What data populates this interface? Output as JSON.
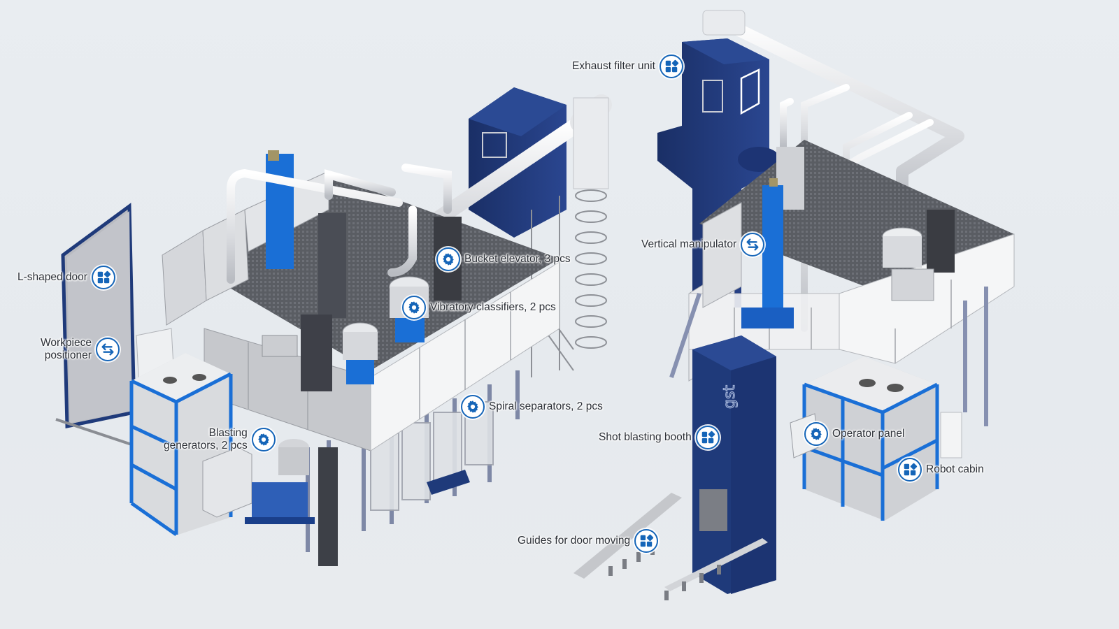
{
  "colors": {
    "background": "#e8ecf0",
    "accent": "#1565b8",
    "machine_navy": "#1f3a7a",
    "machine_blue": "#1a6fd6",
    "panel_white": "#f2f3f5",
    "panel_gray": "#c9cbcf",
    "label_text": "#2b2f36"
  },
  "hotspots": [
    {
      "id": "l-shaped-door",
      "label": "L-shaped door",
      "icon": "modules-icon"
    },
    {
      "id": "workpiece-positioner",
      "label": "Workpiece\npositioner",
      "line1": "Workpiece",
      "line2": "positioner",
      "icon": "swap-arrows-icon"
    },
    {
      "id": "bucket-elevator",
      "label": "Bucket elevator, 3 pcs",
      "icon": "gear-icon"
    },
    {
      "id": "vibratory-classifiers",
      "label": "Vibratory classifiers, 2 pcs",
      "icon": "gear-icon"
    },
    {
      "id": "spiral-separators",
      "label": "Spiral separators, 2 pcs",
      "icon": "gear-icon"
    },
    {
      "id": "blasting-generators",
      "label": "Blasting generators, 2 pcs",
      "line1": "Blasting",
      "line2": "generators, 2 pcs",
      "icon": "gear-icon"
    },
    {
      "id": "exhaust-filter-unit",
      "label": "Exhaust filter unit",
      "icon": "modules-icon"
    },
    {
      "id": "vertical-manipulator",
      "label": "Vertical manipulator",
      "icon": "swap-arrows-icon"
    },
    {
      "id": "shot-blasting-booth",
      "label": "Shot blasting booth",
      "icon": "modules-icon"
    },
    {
      "id": "operator-panel",
      "label": "Operator panel",
      "icon": "gear-icon"
    },
    {
      "id": "robot-cabin",
      "label": "Robot cabin",
      "icon": "modules-icon"
    },
    {
      "id": "guides-for-door-moving",
      "label": "Guides for door moving",
      "icon": "modules-icon"
    }
  ],
  "booth_logo": "gst"
}
